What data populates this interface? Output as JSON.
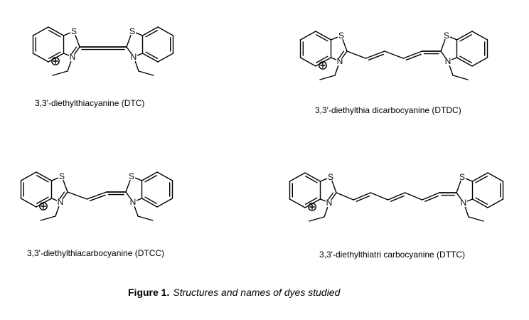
{
  "atoms": {
    "sulfur": "S",
    "nitrogen": "N",
    "charge": "⊕"
  },
  "compounds": [
    {
      "id": "dtc",
      "name": "3,3'-diethylthiacyanine (DTC)",
      "chain_links": 1
    },
    {
      "id": "dtdc",
      "name": "3,3'-diethylthia dicarbocyanine (DTDC)",
      "chain_links": 5
    },
    {
      "id": "dtcc",
      "name": "3,3'-diethylthiacarbocyanine (DTCC)",
      "chain_links": 3
    },
    {
      "id": "dttc",
      "name": "3,3'-diethylthiatri carbocyanine (DTTC)",
      "chain_links": 7
    }
  ],
  "caption": {
    "label": "Figure 1.",
    "text": "Structures and names of dyes studied"
  }
}
